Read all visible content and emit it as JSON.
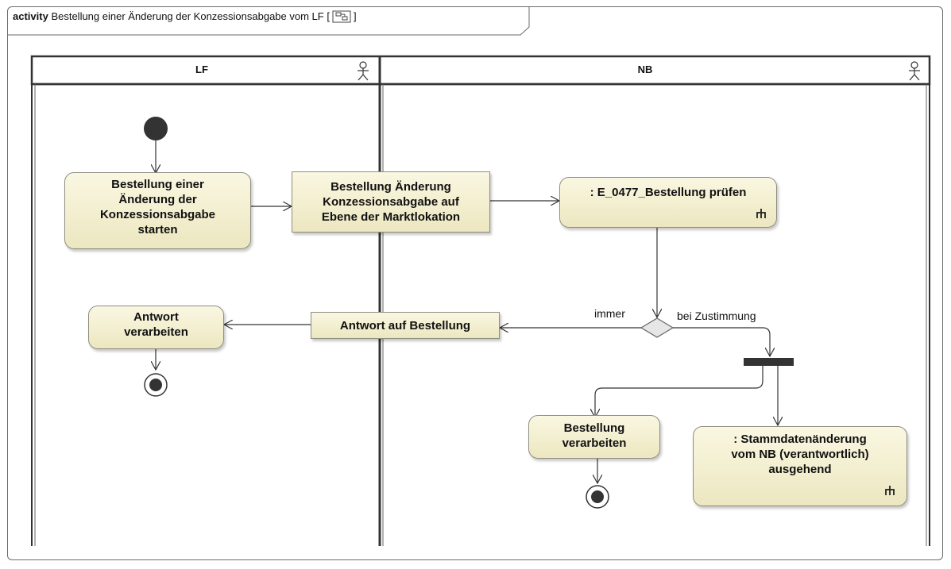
{
  "frame": {
    "keyword": "activity",
    "title": "Bestellung einer Änderung der Konzessionsabgabe vom LF",
    "bracket_open": "[",
    "bracket_close": "]"
  },
  "lanes": [
    {
      "id": "lf",
      "label": "LF"
    },
    {
      "id": "nb",
      "label": "NB"
    }
  ],
  "actions": {
    "start_order": [
      "Bestellung einer",
      "Änderung der",
      "Konzessionsabgabe",
      "starten"
    ],
    "check_order": [
      ": E_0477_Bestellung prüfen"
    ],
    "process_answer": [
      "Antwort",
      "verarbeiten"
    ],
    "process_order": [
      "Bestellung",
      "verarbeiten"
    ],
    "master_data": [
      ": Stammdatenänderung",
      "vom NB (verantwortlich)",
      "ausgehend"
    ]
  },
  "objects": {
    "order_change": [
      "Bestellung Änderung",
      "Konzessionsabgabe auf",
      "Ebene der Marktlokation"
    ],
    "answer": [
      "Antwort auf Bestellung"
    ]
  },
  "edge_labels": {
    "always": "immer",
    "on_approval": "bei Zustimmung"
  },
  "colors": {
    "action_fill_top": "#faf7e2",
    "action_fill_bottom": "#ece7c0",
    "border": "#8e8e80",
    "line": "#333333"
  }
}
